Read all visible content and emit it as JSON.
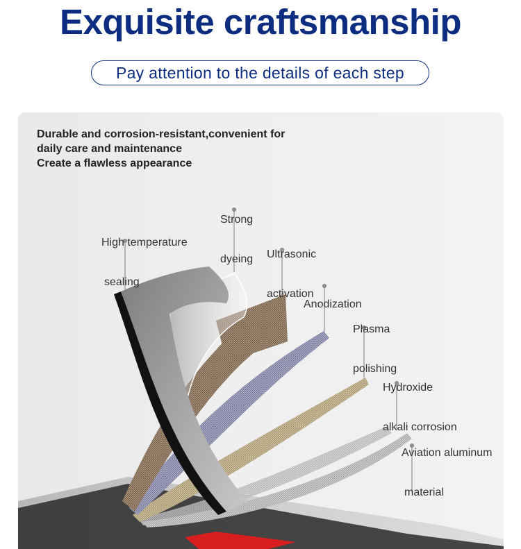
{
  "header": {
    "title": "Exquisite craftsmanship",
    "subtitle": "Pay attention to the details of each step"
  },
  "intro_lines": [
    "Durable and corrosion-resistant,convenient for",
    "daily care and maintenance",
    "Create a flawless appearance"
  ],
  "layers": [
    {
      "line1": "High temperature",
      "line2": "sealing"
    },
    {
      "line1": "Strong",
      "line2": "dyeing"
    },
    {
      "line1": "Ultrasonic",
      "line2": "activation"
    },
    {
      "line1": "Anodization",
      "line2": ""
    },
    {
      "line1": "Plasma",
      "line2": "polishing"
    },
    {
      "line1": "Hydroxide",
      "line2": "alkali corrosion"
    },
    {
      "line1": "Aviation aluminum",
      "line2": "material"
    }
  ],
  "colors": {
    "brand_blue": "#0d2d80",
    "accent_red": "#d81e1e"
  }
}
